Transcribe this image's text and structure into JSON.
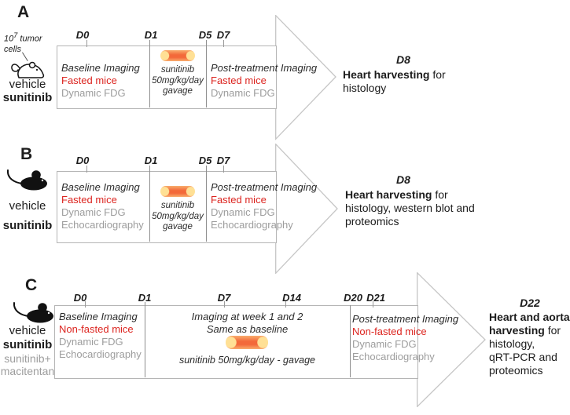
{
  "colors": {
    "accent_red": "#dc241f",
    "muted_gray": "#9d9d9d",
    "pill_orange": "#f3693a",
    "outline_gray": "#c6c6c6"
  },
  "figure": {
    "panels": [
      {
        "letter": "A",
        "tumor_note": {
          "base": "10",
          "sup": "7",
          "word1": " tumor",
          "word2": "cells"
        },
        "group_labels": {
          "vehicle": "vehicle",
          "sunitinib": "sunitinib"
        },
        "days": {
          "d0": "D0",
          "d1": "D1",
          "d5": "D5",
          "d7": "D7"
        },
        "baseline": {
          "title": "Baseline Imaging",
          "mice": "Fasted mice",
          "imaging": "Dynamic FDG"
        },
        "treatment": {
          "drug": "sunitinib",
          "dose": "50mg/kg/day",
          "route": "gavage"
        },
        "post": {
          "title": "Post-treatment Imaging",
          "mice": "Fasted mice",
          "imaging": "Dynamic FDG"
        },
        "outcome": {
          "day": "D8",
          "action": "Heart harvesting",
          "connector": "for",
          "targets_line1": "histology"
        }
      },
      {
        "letter": "B",
        "group_labels": {
          "vehicle": "vehicle",
          "sunitinib": "sunitinib"
        },
        "days": {
          "d0": "D0",
          "d1": "D1",
          "d5": "D5",
          "d7": "D7"
        },
        "baseline": {
          "title": "Baseline Imaging",
          "mice": "Fasted mice",
          "imaging": "Dynamic FDG",
          "echo": "Echocardiography"
        },
        "treatment": {
          "drug": "sunitinib",
          "dose": "50mg/kg/day",
          "route": "gavage"
        },
        "post": {
          "title": "Post-treatment Imaging",
          "mice": "Fasted mice",
          "imaging": "Dynamic FDG",
          "echo": "Echocardiography"
        },
        "outcome": {
          "day": "D8",
          "action": "Heart harvesting",
          "connector": "for",
          "targets_line1": "histology, western blot and",
          "targets_line2": "proteomics"
        }
      },
      {
        "letter": "C",
        "group_labels": {
          "vehicle": "vehicle",
          "sunitinib": "sunitinib",
          "combo1": "sunitinib+",
          "combo2": "macitentan"
        },
        "days": {
          "d0": "D0",
          "d1": "D1",
          "d7": "D7",
          "d14": "D14",
          "d20": "D20",
          "d21": "D21"
        },
        "baseline": {
          "title": "Baseline Imaging",
          "mice": "Non-fasted mice",
          "imaging": "Dynamic FDG",
          "echo": "Echocardiography"
        },
        "treatment": {
          "note1": "Imaging at week 1 and 2",
          "note2": "Same as baseline",
          "dose_line": "sunitinib 50mg/kg/day - gavage"
        },
        "post": {
          "title": "Post-treatment Imaging",
          "mice": "Non-fasted mice",
          "imaging": "Dynamic FDG",
          "echo": "Echocardiography"
        },
        "outcome": {
          "day": "D22",
          "action_line1": "Heart and aorta",
          "action_line2": "harvesting",
          "connector": "for",
          "targets_line1": "histology,",
          "targets_line2": "qRT-PCR and",
          "targets_line3": "proteomics"
        }
      }
    ]
  }
}
